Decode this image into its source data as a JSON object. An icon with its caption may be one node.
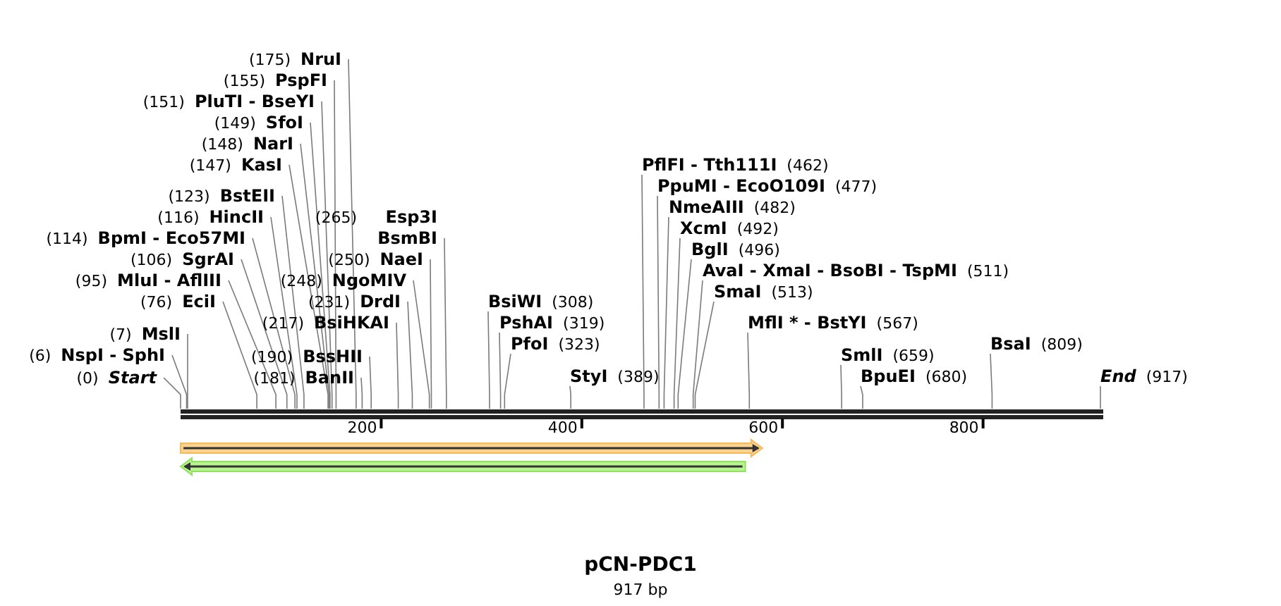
{
  "diagram": {
    "title": "pCN-PDC1",
    "caption": "917 bp",
    "nodes": [
      {
        "text": [
          "(175)",
          "NruI"
        ]
      },
      {
        "text": [
          "(155)",
          "PspFI"
        ]
      },
      {
        "text": [
          "(151)",
          "PluTI  - BseYI"
        ]
      },
      {
        "text": [
          "(149)",
          "SfoI"
        ]
      },
      {
        "text": [
          "(148)",
          "NarI"
        ]
      },
      {
        "text": [
          "(147)",
          "KasI"
        ]
      },
      {
        "text": [
          "(123)",
          "BstEII"
        ]
      },
      {
        "text": [
          "(116)",
          "HincII"
        ]
      },
      {
        "text": [
          "(114)",
          "BpmI  - Eco57MI"
        ]
      },
      {
        "text": [
          "(106)",
          "SgrAI"
        ]
      },
      {
        "text": [
          "(95)",
          "MluI  - AflIII"
        ]
      },
      {
        "text": [
          "(76)",
          "EciI"
        ]
      },
      {
        "text": [
          "(7)",
          "MslI"
        ]
      },
      {
        "text": [
          "(6)",
          "NspI  - SphI"
        ]
      },
      {
        "text": [
          "(0)",
          "Start"
        ]
      },
      {
        "text": [
          "(265)",
          "Esp3I BsmBI"
        ]
      },
      {
        "text": [
          "(250)",
          "NaeI"
        ]
      },
      {
        "text": [
          "(248)",
          "NgoMIV"
        ]
      },
      {
        "text": [
          "(231)",
          "DrdI"
        ]
      },
      {
        "text": [
          "(217)",
          "BsiHKAI"
        ]
      },
      {
        "text": [
          "(190)",
          "BssHII"
        ]
      },
      {
        "text": [
          "(181)",
          "BanII"
        ]
      },
      {
        "text": [
          "PflFI  - Tth111I",
          "(462)"
        ]
      },
      {
        "text": [
          "PpuMI  - EcoO109I",
          "(477)"
        ]
      },
      {
        "text": [
          "NmeAIII",
          "(482)"
        ]
      },
      {
        "text": [
          "XcmI",
          "(492)"
        ]
      },
      {
        "text": [
          "BglI",
          "(496)"
        ]
      },
      {
        "text": [
          "AvaI  - XmaI  - BsoBI  - TspMI",
          "(511)"
        ]
      },
      {
        "text": [
          "SmaI",
          "(513)"
        ]
      },
      {
        "text": [
          "BsiWI",
          "(308)"
        ]
      },
      {
        "text": [
          "PshAI",
          "(319)"
        ]
      },
      {
        "text": [
          "PfoI",
          "(323)"
        ]
      },
      {
        "text": [
          "StyI",
          "(389)"
        ]
      },
      {
        "text": [
          "MflI * - BstYI",
          "(567)"
        ]
      },
      {
        "text": [
          "SmlI",
          "(659)"
        ]
      },
      {
        "text": [
          "BpuEI",
          "(680)"
        ]
      },
      {
        "text": [
          "BsaI",
          "(809)"
        ]
      },
      {
        "text": [
          "End",
          "(917)"
        ]
      },
      {
        "text": [],
        "shape": "bar"
      },
      {
        "text": [],
        "shape": "bar"
      },
      {
        "text": [],
        "shape": "bar"
      }
    ],
    "edges": [
      {
        "from": 0,
        "to": 38,
        "arrow": "none"
      },
      {
        "from": 1,
        "to": 38,
        "arrow": "none"
      },
      {
        "from": 2,
        "to": 38,
        "arrow": "none"
      },
      {
        "from": 3,
        "to": 38,
        "arrow": "none"
      },
      {
        "from": 4,
        "to": 38,
        "arrow": "none"
      },
      {
        "from": 5,
        "to": 38,
        "arrow": "none"
      },
      {
        "from": 6,
        "to": 38,
        "arrow": "none"
      },
      {
        "from": 7,
        "to": 38,
        "arrow": "none"
      },
      {
        "from": 8,
        "to": 38,
        "arrow": "none"
      },
      {
        "from": 9,
        "to": 38,
        "arrow": "none"
      },
      {
        "from": 10,
        "to": 38,
        "arrow": "none"
      },
      {
        "from": 11,
        "to": 38,
        "arrow": "none"
      },
      {
        "from": 12,
        "to": 38,
        "arrow": "none"
      },
      {
        "from": 13,
        "to": 38,
        "arrow": "none"
      },
      {
        "from": 14,
        "to": 38,
        "arrow": "none"
      },
      {
        "from": 15,
        "to": 38,
        "arrow": "none"
      },
      {
        "from": 16,
        "to": 38,
        "arrow": "none"
      },
      {
        "from": 17,
        "to": 38,
        "arrow": "none"
      },
      {
        "from": 18,
        "to": 38,
        "arrow": "none"
      },
      {
        "from": 19,
        "to": 38,
        "arrow": "none"
      },
      {
        "from": 20,
        "to": 38,
        "arrow": "none"
      },
      {
        "from": 21,
        "to": 38,
        "arrow": "none"
      },
      {
        "from": 22,
        "to": 38,
        "arrow": "none"
      },
      {
        "from": 23,
        "to": 38,
        "arrow": "none"
      },
      {
        "from": 24,
        "to": 38,
        "arrow": "none"
      },
      {
        "from": 25,
        "to": 38,
        "arrow": "none"
      },
      {
        "from": 26,
        "to": 38,
        "arrow": "none"
      },
      {
        "from": 27,
        "to": 38,
        "arrow": "none"
      },
      {
        "from": 28,
        "to": 38,
        "arrow": "none"
      },
      {
        "from": 29,
        "to": 38,
        "arrow": "none"
      },
      {
        "from": 30,
        "to": 38,
        "arrow": "none"
      },
      {
        "from": 31,
        "to": 38,
        "arrow": "none"
      },
      {
        "from": 32,
        "to": 38,
        "arrow": "none"
      },
      {
        "from": 33,
        "to": 38,
        "arrow": "none"
      },
      {
        "from": 34,
        "to": 38,
        "arrow": "none"
      },
      {
        "from": 35,
        "to": 38,
        "arrow": "none"
      },
      {
        "from": 36,
        "to": 38,
        "arrow": "none"
      },
      {
        "from": 37,
        "to": 38,
        "arrow": "none"
      }
    ],
    "labels": [
      "200",
      "400",
      "600",
      "800"
    ]
  }
}
